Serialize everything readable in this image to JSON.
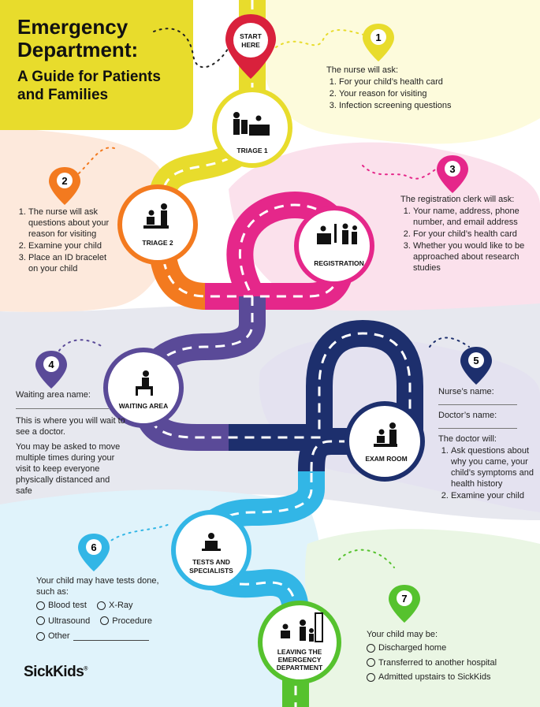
{
  "title": {
    "line1": "Emergency",
    "line2": "Department:",
    "subtitle1": "A Guide for Patients",
    "subtitle2": "and Families"
  },
  "colors": {
    "yellow": "#e8dc2c",
    "orange": "#f37a1f",
    "magenta": "#e5278a",
    "purple": "#5a4a98",
    "navy": "#1d2f6d",
    "cyan": "#32b6e6",
    "green": "#56c22e",
    "start_red": "#d9213c"
  },
  "start": {
    "line1": "START",
    "line2": "HERE"
  },
  "stops": [
    {
      "number": "1",
      "label1": "TRIAGE 1",
      "label2": "",
      "label3": "",
      "icon": "nurse-at-desk-icon"
    },
    {
      "number": "2",
      "label1": "TRIAGE 2",
      "label2": "",
      "label3": "",
      "icon": "nurse-exam-icon"
    },
    {
      "number": "3",
      "label1": "REGISTRATION",
      "label2": "",
      "label3": "",
      "icon": "registration-desk-icon"
    },
    {
      "number": "4",
      "label1": "WAITING AREA",
      "label2": "",
      "label3": "",
      "icon": "seated-person-icon"
    },
    {
      "number": "5",
      "label1": "EXAM ROOM",
      "label2": "",
      "label3": "",
      "icon": "doctor-exam-icon"
    },
    {
      "number": "6",
      "label1": "TESTS AND",
      "label2": "SPECIALISTS",
      "label3": "",
      "icon": "test-equipment-icon"
    },
    {
      "number": "7",
      "label1": "LEAVING THE",
      "label2": "EMERGENCY",
      "label3": "DEPARTMENT",
      "icon": "family-leaving-icon"
    }
  ],
  "step1": {
    "intro": "The nurse will ask:",
    "items": [
      "For your child’s health card",
      "Your reason for visiting",
      "Infection screening questions"
    ]
  },
  "step2": {
    "items": [
      "The nurse will ask questions about your reason for visiting",
      "Examine your child",
      "Place an ID bracelet on your child"
    ]
  },
  "step3": {
    "intro": "The registration clerk will ask:",
    "items": [
      "Your name, address, phone number, and email address",
      "For your child’s health card",
      "Whether you would like to be approached about research studies"
    ]
  },
  "step4": {
    "field": "Waiting area name:",
    "p1": "This is where you will wait to see a doctor.",
    "p2": "You may be asked to move multiple times during your visit to keep everyone physically distanced and safe"
  },
  "step5": {
    "field1": "Nurse’s name:",
    "field2": "Doctor’s name:",
    "intro": "The doctor will:",
    "items": [
      "Ask questions about why you came, your child’s symptoms and health history",
      "Examine your child"
    ]
  },
  "step6": {
    "intro": "Your child may have tests done, such as:",
    "options": [
      "Blood test",
      "X-Ray",
      "Ultrasound",
      "Procedure",
      "Other"
    ]
  },
  "step7": {
    "intro": "Your child may be:",
    "options": [
      "Discharged home",
      "Transferred to another hospital",
      "Admitted upstairs to SickKids"
    ]
  },
  "logo": {
    "text": "SickKids",
    "mark": "®"
  }
}
